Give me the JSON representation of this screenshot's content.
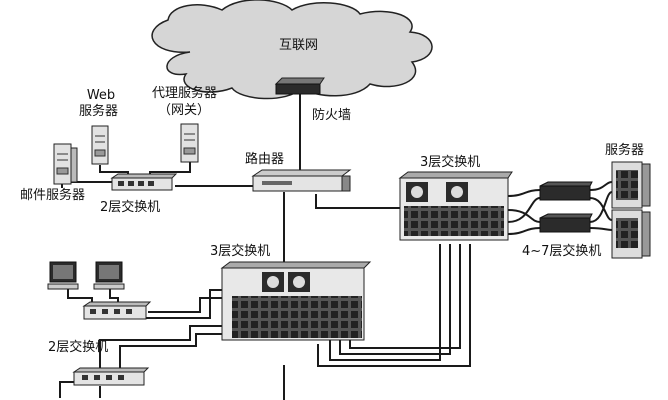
{
  "labels": {
    "internet": "互联网",
    "firewall": "防火墙",
    "router": "路由器",
    "web_line1": "Web",
    "web_line2": "服务器",
    "proxy_line1": "代理服务器",
    "proxy_line2": "（网关）",
    "mail_server": "邮件服务器",
    "l2_switch_top": "2层交换机",
    "l3_switch_right": "3层交换机",
    "servers": "服务器",
    "l47_switch": "4~7层交换机",
    "l3_switch_center": "3层交换机",
    "l2_switch_bottom": "2层交换机"
  },
  "icons": {
    "cloud": "cloud-icon",
    "firewall": "firewall-device-icon",
    "router": "router-device-icon",
    "server": "tower-server-icon",
    "workstation": "desktop-computer-icon",
    "switch": "switch-device-icon",
    "chassis": "chassis-switch-icon",
    "server_rack": "server-rack-icon"
  },
  "colors": {
    "line": "#1a1a1a",
    "device_dark": "#2b2b2b",
    "device_light": "#e6e6e6",
    "cloud_fill": "#d9d9d9"
  }
}
